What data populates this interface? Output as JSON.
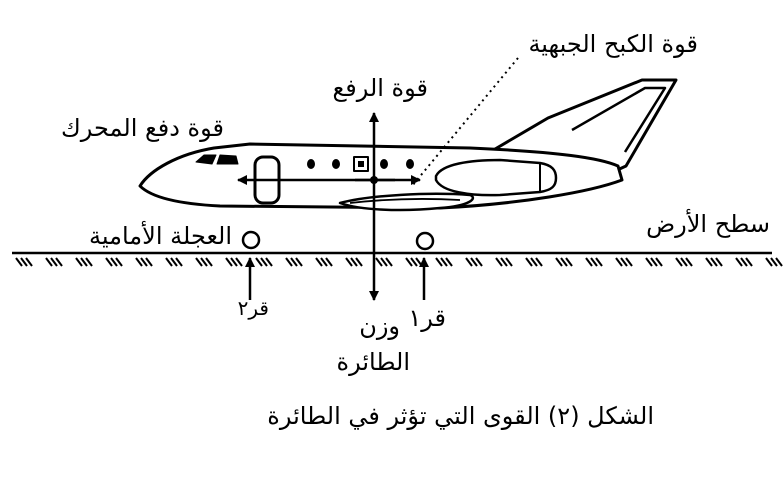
{
  "labels": {
    "frontal_drag": "قوة الكبح الجبهية",
    "lift": "قوة الرفع",
    "thrust": "قوة دفع المحرك",
    "front_wheel": "العجلة الأمامية",
    "ground_surface": "سطح الأرض",
    "r2": "قر٢",
    "r1": "قر١",
    "weight_line1": "وزن",
    "weight_line2": "الطائرة"
  },
  "caption": "الشكل (٢) القوى التي تؤثر في الطائرة",
  "colors": {
    "ink": "#000000",
    "background": "#ffffff"
  }
}
